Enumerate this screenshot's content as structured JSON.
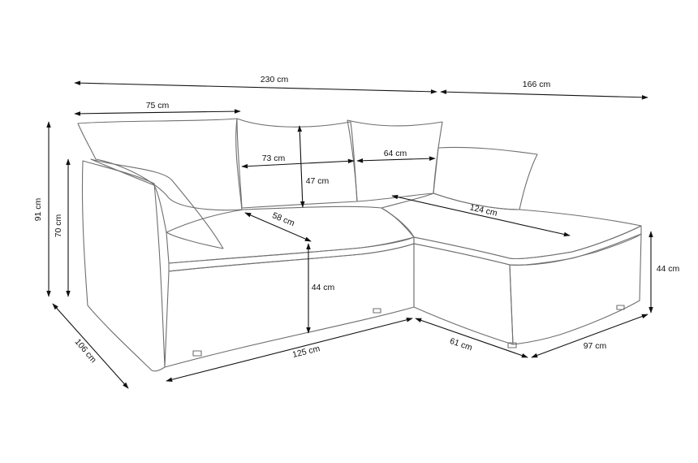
{
  "colors": {
    "outline": "#6f6f6f",
    "dimension": "#111111",
    "background": "#ffffff"
  },
  "dimensions": {
    "total_width": "230 cm",
    "chaise_width": "166 cm",
    "armrest_width": "75 cm",
    "back_cushion_left": "73 cm",
    "back_cushion_right": "64 cm",
    "cushion_height": "47 cm",
    "seat_depth": "58 cm",
    "chaise_length": "124 cm",
    "total_height": "91 cm",
    "armrest_height": "70 cm",
    "seat_height": "44 cm",
    "chaise_seat_height": "44 cm",
    "total_depth": "106 cm",
    "front_width": "125 cm",
    "chaise_front": "61 cm",
    "chaise_depth": "97 cm"
  }
}
